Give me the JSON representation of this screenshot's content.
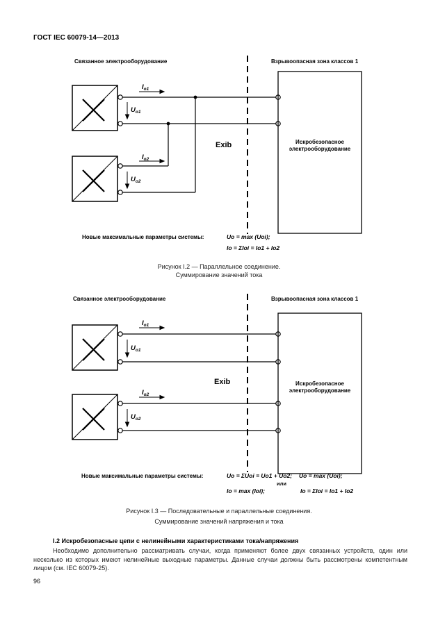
{
  "header": {
    "doc_id": "ГОСТ IEC 60079-14—2013"
  },
  "figure1": {
    "assoc_label": "Связанное электрооборудование",
    "zone_label": "Взрывоопасная зона классов 1",
    "exib": "Exib",
    "device_line1": "Искробезопасное",
    "device_line2": "электрооборудование",
    "i1": "I",
    "i1_sub": "o1",
    "u1": "U",
    "u1_sub": "o1",
    "i2": "I",
    "i2_sub": "o2",
    "u2": "U",
    "u2_sub": "o2",
    "params_label": "Новые максимальные параметры системы:",
    "formula1": "Uo = max (Uoi);",
    "formula2": "Io = ΣIoi = Io1 + Io2",
    "caption_line1": "Рисунок I.2 — Параллельное соединение.",
    "caption_line2": "Суммирование значений тока"
  },
  "figure2": {
    "assoc_label": "Связанное электрооборудование",
    "zone_label": "Взрывоопасная зона классов 1",
    "exib": "Exib",
    "device_line1": "Искробезопасное",
    "device_line2": "электрооборудование",
    "i1": "I",
    "i1_sub": "o1",
    "u1": "U",
    "u1_sub": "o1",
    "i2": "I",
    "i2_sub": "o2",
    "u2": "U",
    "u2_sub": "o2",
    "params_label": "Новые максимальные параметры системы:",
    "formula1": "Uo = ΣUoi = Uo1 + Uo2;",
    "formula_alt1": "Uo = max (Uoi);",
    "ili": "или",
    "formula2": "Io = max (Ioi);",
    "formula_alt2": "Io = ΣIoi = Io1 + Io2",
    "caption_line1": "Рисунок I.3 — Последовательные и параллельные соединения.",
    "caption_line2": "Суммирование значений напряжения и тока"
  },
  "section": {
    "heading": "I.2 Искробезопасные цепи с нелинейными характеристиками тока/напряжения",
    "paragraph": "Необходимо дополнительно рассматривать случаи, когда применяют более двух связанных устройств, один или несколько из которых имеют нелинейные выходные параметры. Данные случаи должны быть рассмотрены компетентным лицом (см. IEC 60079-25)."
  },
  "page_number": "96"
}
